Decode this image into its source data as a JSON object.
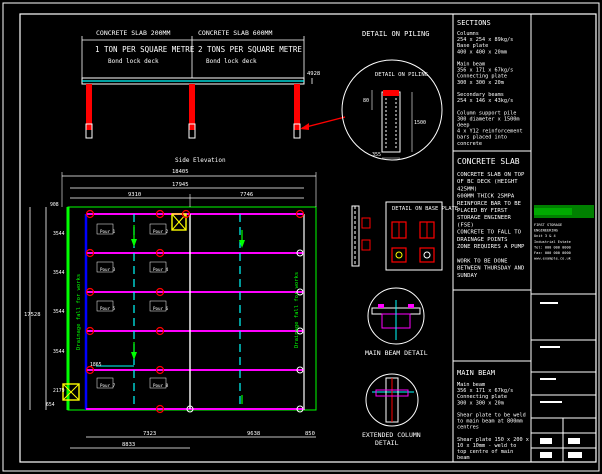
{
  "colors": {
    "background": "#000000",
    "frame": "#ffffff",
    "column": "#ff0000",
    "beam_main": "#ff00ff",
    "beam_secondary": "#00ffff",
    "dimension": "#ffffff",
    "slab_edge": "#00ff00",
    "drainage": "#00ff00",
    "callout": "#ff0000",
    "note_text": "#ffffff"
  },
  "elevation": {
    "slab_label_left": "CONCRETE SLAB 200MM",
    "slab_label_right": "CONCRETE SLAB 600MM",
    "load_left": "1 TON PER SQUARE METRE",
    "load_right": "2 TONS PER SQUARE METRE",
    "deck_left": "Bond lock deck",
    "deck_right": "Bond lock deck",
    "dim_right": "4928",
    "caption": "Side Elevation"
  },
  "plan": {
    "dim_top_1": "18405",
    "dim_top_2": "17945",
    "dim_top_left": "9310",
    "dim_top_right": "7746",
    "dim_left_overall": "17528",
    "dim_left_rows": [
      "908",
      "3544",
      "3544",
      "3544",
      "3544",
      "2179",
      "654"
    ],
    "dim_bottom_left": "7323",
    "dim_bottom_right": "9638",
    "dim_bottom_end": "850",
    "dim_bottom_overall": "8833",
    "dim_inner": "1865",
    "drainage_left": "Drainage fall for works",
    "drainage_right": "Drainage fall for works",
    "pour_labels": [
      "Pour 1",
      "Pour 2",
      "Pour 3",
      "Pour 4",
      "Pour 5",
      "Pour 6",
      "Pour 7",
      "Pour 8"
    ]
  },
  "details": {
    "piling_title": "DETAIL ON PILING",
    "piling_inner_title": "DETAIL ON PILING",
    "piling_dims": [
      "80",
      "1500",
      "355"
    ],
    "base_plate_title": "DETAIL ON BASE PLATE",
    "main_beam_caption": "MAIN BEAM DETAIL",
    "column_caption": "EXTENDED COLUMN DETAIL"
  },
  "notes": {
    "sections_title": "SECTIONS",
    "sections_lines": [
      "Columns",
      "254 x 254 x 89kg/s",
      "Base plate",
      "400 x 400 x 20mm",
      "",
      "Main beam",
      "356 x 171 x 67kg/s",
      "Connecting plate",
      "300 x 300 x 20m",
      "",
      "Secondary beams",
      "254 x 146 x 43kg/s",
      "",
      "Column support pile",
      "300 diameter x 1500m",
      "deep",
      "4 x Y12 reinforcement",
      "bars placed into",
      "concrete"
    ],
    "slab_title": "CONCRETE SLAB",
    "slab_lines": [
      "CONCRETE SLAB ON TOP",
      "OF BC DECK (HEIGHT",
      "425MM)",
      "600MM THICK 25MPA",
      "REINFORCE BAR TO BE",
      "PLACED BY FIRST",
      "STORAGE ENGINEER",
      "(FSE)",
      "CONCRETE TO FALL TO",
      "DRAINAGE POINTS",
      "ZONE REQUIRES A PUMP",
      "",
      "WORK TO BE DONE",
      "BETWEEN THURSDAY AND",
      "SUNDAY"
    ],
    "beam_title": "MAIN BEAM",
    "beam_lines": [
      "Main beam",
      "356 x 171 x 67kg/s",
      "Connecting plate",
      "300 x 300 x 20m",
      "",
      "Shear plate to be weld",
      "to main beam at 800mm",
      "centres",
      "",
      "Shear plate 150 x 200 x",
      "10 x 10mm - weld to",
      "top centre of main",
      "beam"
    ]
  },
  "title_block": {
    "company_lines": [
      "FIRST STORAGE",
      "ENGINEERING",
      "Unit 3 & 4",
      "Industrial Estate",
      "Tel: 000 000 0000",
      "Fax: 000 000 0000",
      "www.example.co.uk"
    ]
  }
}
